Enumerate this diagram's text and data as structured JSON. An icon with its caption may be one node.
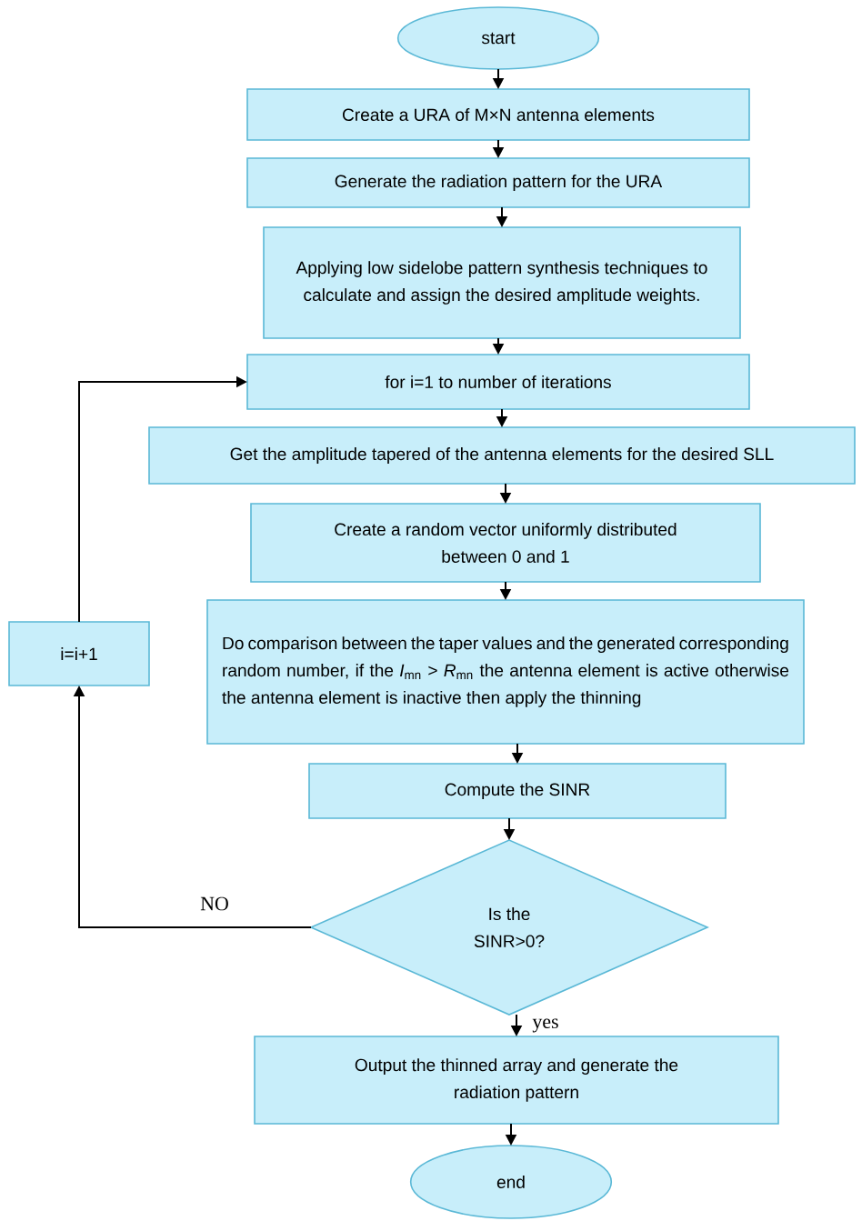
{
  "diagram": {
    "nodes": [
      {
        "text": [
          "start"
        ]
      },
      {
        "text": [
          "Create a URA of M×N antenna elements"
        ]
      },
      {
        "text": [
          "Generate the radiation pattern for the URA"
        ]
      },
      {
        "text": [
          "Applying low sidelobe pattern synthesis techniques to calculate and assign the desired amplitude weights."
        ]
      },
      {
        "text": [
          "for i=1 to number of iterations"
        ]
      },
      {
        "text": [
          "Get the amplitude tapered of the antenna elements for the desired SLL"
        ]
      },
      {
        "text": [
          "Create a random vector uniformly distributed between 0 and 1"
        ]
      },
      {
        "text": [
          "Do comparison between the taper values and the generated corresponding random number, if the *I*$_{mn}$ > *R*$_{mn}$ the antenna element is active otherwise the antenna element is inactive then apply the thinning"
        ]
      },
      {
        "text": [
          "Compute the SINR"
        ]
      },
      {
        "text": [
          "Is the SINR>0?"
        ]
      },
      {
        "text": [
          "Output the thinned array and generate the radiation pattern"
        ]
      },
      {
        "text": [
          "end"
        ]
      },
      {
        "text": [
          "i=i+1"
        ]
      }
    ],
    "edges": [
      {
        "from": 0,
        "to": 1,
        "arrow": "to"
      },
      {
        "from": 1,
        "to": 2,
        "arrow": "to"
      },
      {
        "from": 2,
        "to": 3,
        "arrow": "to"
      },
      {
        "from": 3,
        "to": 4,
        "arrow": "to"
      },
      {
        "from": 4,
        "to": 5,
        "arrow": "to"
      },
      {
        "from": 5,
        "to": 6,
        "arrow": "to"
      },
      {
        "from": 6,
        "to": 7,
        "arrow": "to"
      },
      {
        "from": 7,
        "to": 8,
        "arrow": "to"
      },
      {
        "from": 8,
        "to": 9,
        "arrow": "to"
      },
      {
        "from": 9,
        "to": 10,
        "arrow": "to",
        "label": "yes"
      },
      {
        "from": 10,
        "to": 11,
        "arrow": "to"
      },
      {
        "from": 9,
        "to": 12,
        "arrow": "to",
        "label": "NO"
      },
      {
        "from": 12,
        "to": 4,
        "arrow": "to"
      }
    ]
  }
}
